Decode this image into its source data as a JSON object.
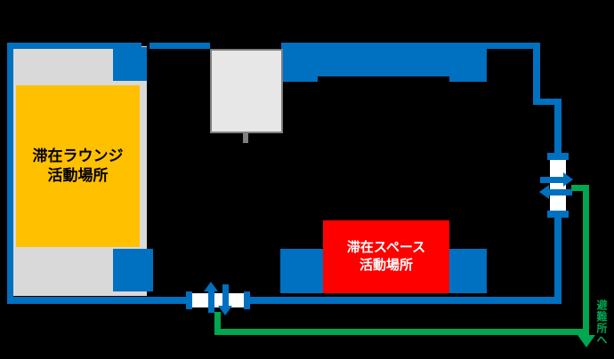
{
  "colors": {
    "wall_blue": "#0070C0",
    "route_green": "#00A650",
    "lounge_yellow": "#FFC000",
    "space_red": "#FF0000",
    "room_gray": "#D9D9D9",
    "screen_gray": "#E7E7E7",
    "screen_border": "#7F7F7F",
    "door_white": "#FFFFFF",
    "background": "#000000",
    "lounge_text": "#000000",
    "space_text": "#FFFFFF"
  },
  "areas": {
    "lounge": {
      "line1": "滞在ラウンジ",
      "line2": "活動場所"
    },
    "space": {
      "line1": "滞在スペース",
      "line2": "活動場所"
    }
  },
  "route": {
    "exit_label": "避難所へ"
  },
  "icons": {
    "bottom_door": [
      "up-arrow",
      "down-arrow"
    ],
    "right_door": [
      "right-arrow",
      "left-arrow"
    ],
    "route_end": "down-arrow"
  }
}
